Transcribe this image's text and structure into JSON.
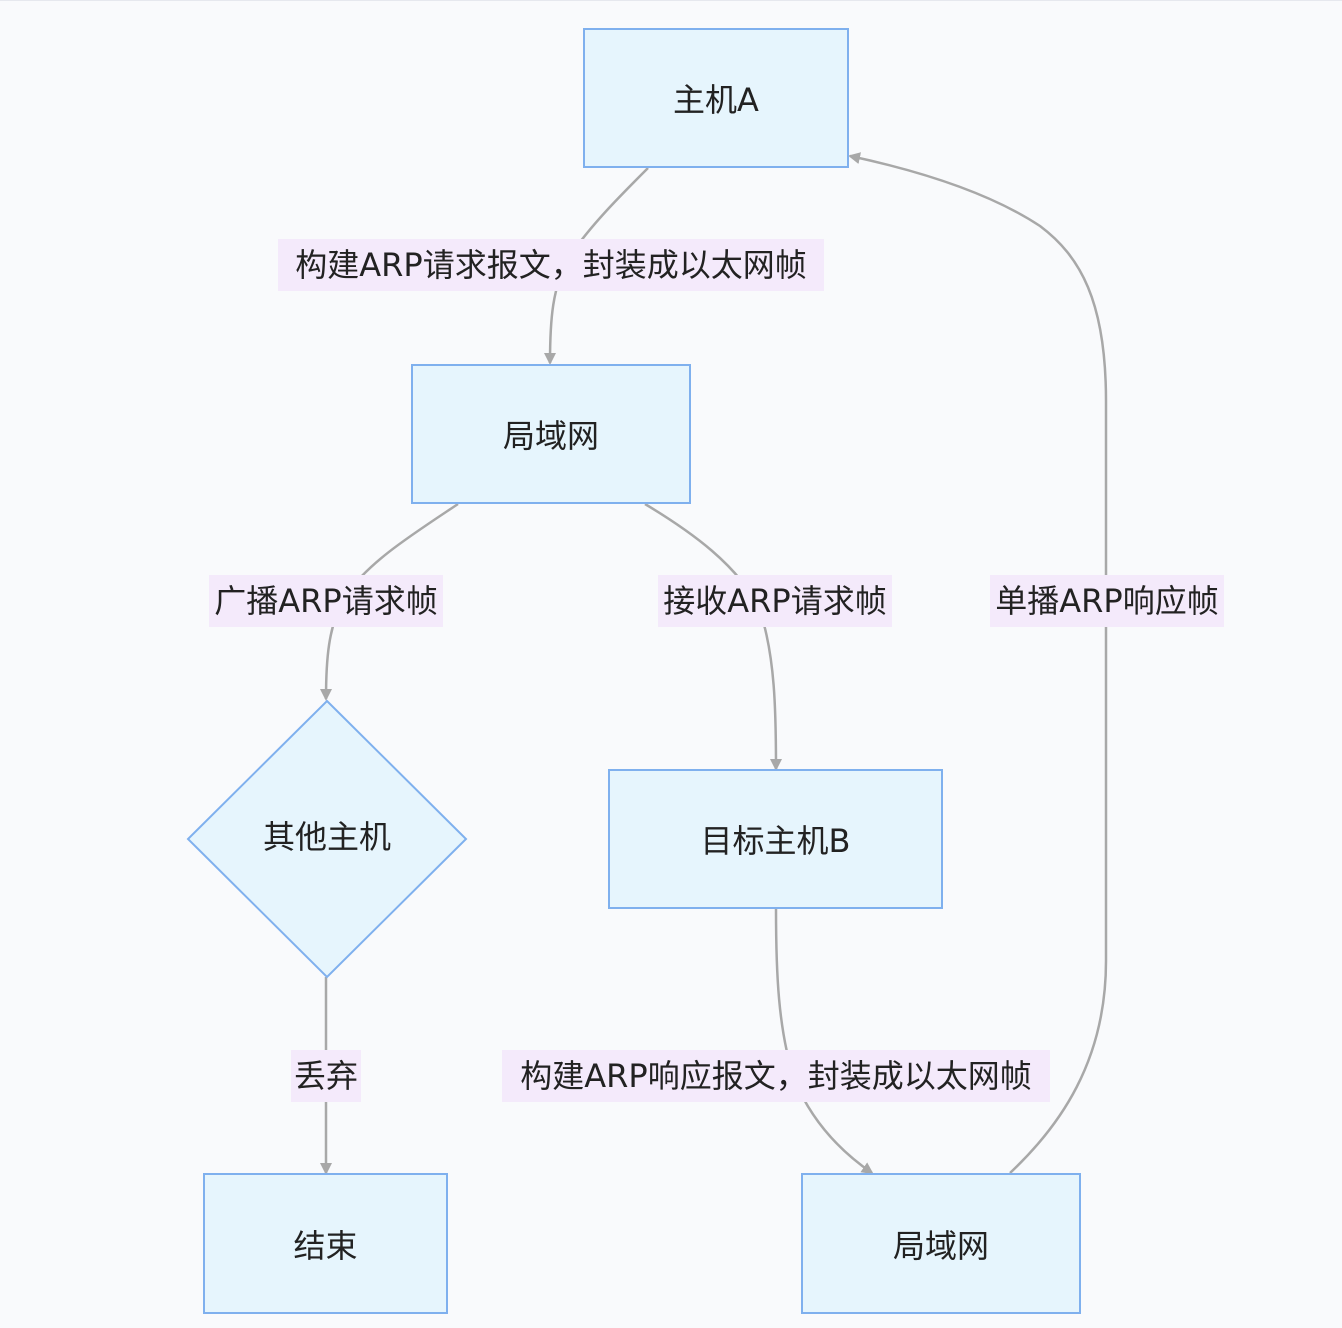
{
  "nodes": {
    "host_a": "主机A",
    "lan_top": "局域网",
    "other_hosts": "其他主机",
    "target_host_b": "目标主机B",
    "end": "结束",
    "lan_bottom": "局域网"
  },
  "edges": {
    "build_request": "构建ARP请求报文，封装成以太网帧",
    "broadcast_request": "广播ARP请求帧",
    "receive_request": "接收ARP请求帧",
    "unicast_reply": "单播ARP响应帧",
    "discard": "丢弃",
    "build_reply": "构建ARP响应报文，封装成以太网帧"
  },
  "colors": {
    "node_fill": "#e6f5fd",
    "node_border": "#7fb0ee",
    "edge_line": "#a8a8a8",
    "edge_label_bg": "#f4eafb",
    "background": "#f9fafc"
  }
}
